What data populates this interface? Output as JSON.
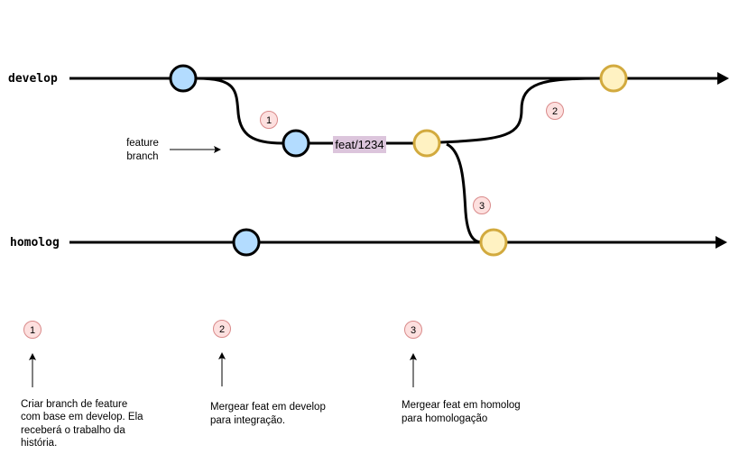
{
  "branches": {
    "develop_label": "develop",
    "homolog_label": "homolog",
    "feature_tag": "feat/1234",
    "feature_note_line1": "feature",
    "feature_note_line2": "branch"
  },
  "badges": {
    "b1": "1",
    "b2": "2",
    "b3": "3"
  },
  "legend": [
    {
      "number": "1",
      "lines": [
        "Criar branch de feature",
        "com base em develop. Ela",
        "receberá o trabalho da",
        "história."
      ]
    },
    {
      "number": "2",
      "lines": [
        "Mergear feat em develop",
        "para integração."
      ]
    },
    {
      "number": "3",
      "lines": [
        "Mergear feat em homolog",
        "para homologação"
      ]
    }
  ],
  "colors": {
    "commit_blue": "#b3dcff",
    "commit_yellow": "#fff2c2",
    "commit_yellow_border": "#d2aa3e",
    "badge_fill": "#fde0df",
    "badge_border": "#d98a8a",
    "tag_fill": "#dcc5dc"
  }
}
